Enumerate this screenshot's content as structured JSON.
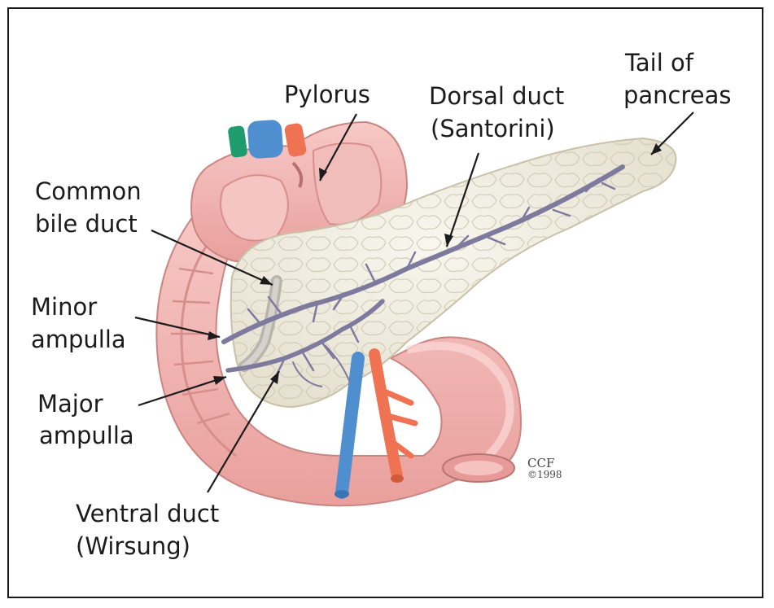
{
  "labels": {
    "pylorus": "Pylorus",
    "dorsal_duct_1": "Dorsal duct",
    "dorsal_duct_2": "(Santorini)",
    "tail_1": "Tail of",
    "tail_2": "pancreas",
    "cbd_1": "Common",
    "cbd_2": "bile duct",
    "minor_1": "Minor",
    "minor_2": "ampulla",
    "major_1": "Major",
    "major_2": "ampulla",
    "ventral_1": "Ventral duct",
    "ventral_2": "(Wirsung)"
  },
  "credit": {
    "line1": "CCF",
    "line2": "©1998"
  },
  "colors": {
    "pancreas": "#efeadc",
    "duodenum": "#f3b9b6",
    "duodenum_dark": "#e49a98",
    "duct": "#7e7a9e",
    "vein": "#4f8fd0",
    "artery": "#ef7252",
    "bile": "#c9c6c0",
    "green_vessel": "#1f9c6e"
  }
}
